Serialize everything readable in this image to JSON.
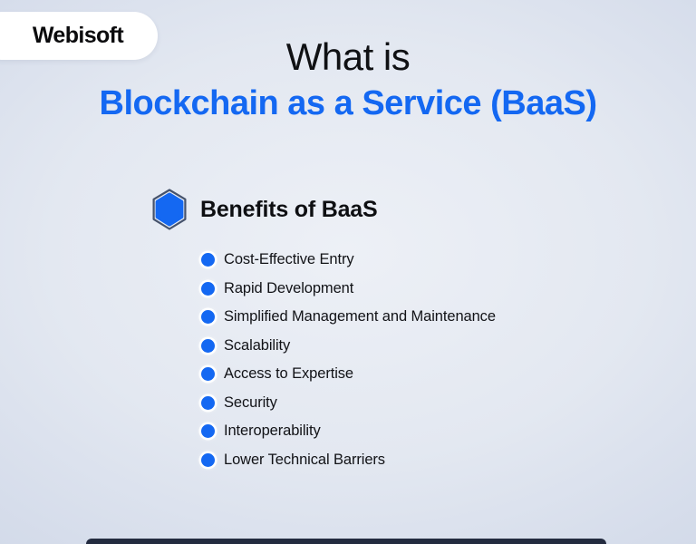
{
  "logo": {
    "text": "Webisoft"
  },
  "title": {
    "line1": "What is",
    "line2": "Blockchain as a Service (BaaS)"
  },
  "benefits": {
    "heading": "Benefits of BaaS",
    "icon": "hexagon-icon",
    "bullet_icon": "circle-bullet-icon",
    "items": [
      "Cost-Effective Entry",
      "Rapid Development",
      "Simplified Management and Maintenance",
      "Scalability",
      "Access to Expertise",
      "Security",
      "Interoperability",
      "Lower Technical Barriers"
    ]
  },
  "colors": {
    "accent_blue": "#1468f2",
    "text_black": "#101114",
    "background_center": "#edf0f6",
    "background_edge": "#ccd5e5",
    "hexagon_outline": "#46536c",
    "logo_pill_background": "#ffffff",
    "footer_bar": "#232b3f"
  }
}
